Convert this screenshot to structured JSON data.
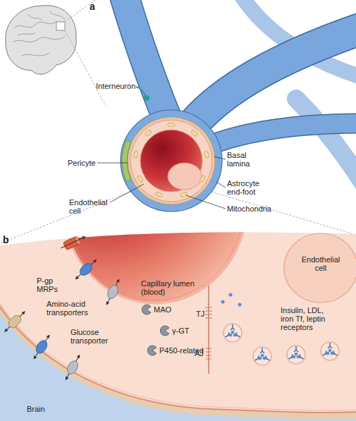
{
  "diagram": {
    "nodes": [
      {
        "text": [
          "Endothelial cell"
        ]
      }
    ],
    "labels": [
      "a",
      "Interneuron",
      "Pericyte",
      "Endothelial cell",
      "Basal lamina",
      "Astrocyte end-foot",
      "Mitochondria",
      "b",
      "P-gp MRPs",
      "Amino-acid transporters",
      "Glucose transporter",
      "Capillary lumen (blood)",
      "TJ",
      "AJ",
      "MAO",
      "γ-GT",
      "P450-related",
      "Insulin, LDL, iron Tf, leptin receptors",
      "Brain"
    ]
  }
}
